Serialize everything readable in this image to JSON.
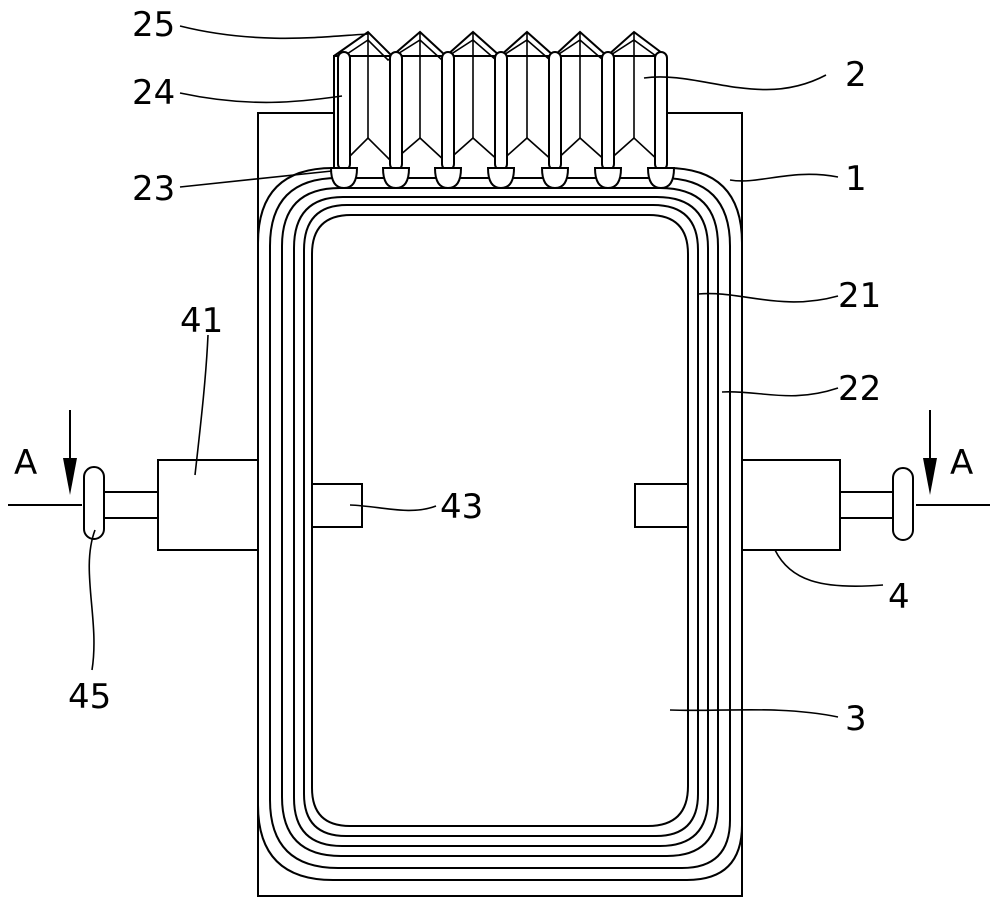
{
  "labels": {
    "n25": "25",
    "n24": "24",
    "n23": "23",
    "n2": "2",
    "n1": "1",
    "n21": "21",
    "n22": "22",
    "n41": "41",
    "n43": "43",
    "n4": "4",
    "n45": "45",
    "n3": "3",
    "section_left": "A",
    "section_right": "A"
  }
}
